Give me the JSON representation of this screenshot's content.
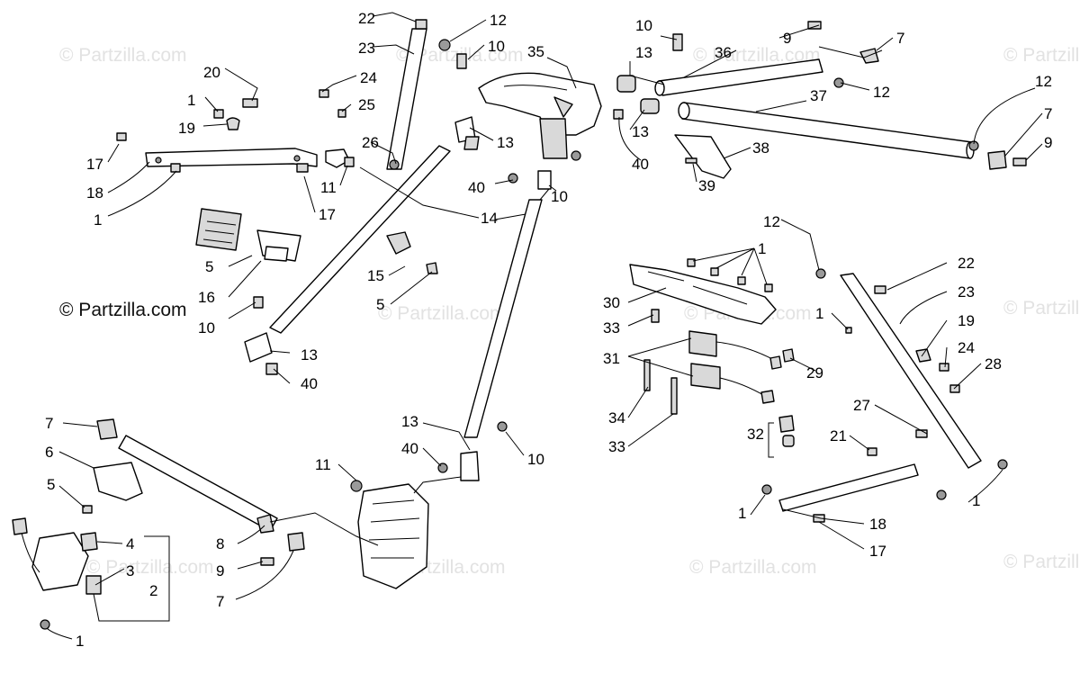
{
  "watermark": {
    "text": "© Partzilla.com",
    "credit": "© Partzilla.com"
  },
  "callouts": [
    {
      "id": "c22a",
      "text": "22"
    },
    {
      "id": "c12a",
      "text": "12"
    },
    {
      "id": "c23a",
      "text": "23"
    },
    {
      "id": "c10a",
      "text": "10"
    },
    {
      "id": "c35",
      "text": "35"
    },
    {
      "id": "c24a",
      "text": "24"
    },
    {
      "id": "c25",
      "text": "25"
    },
    {
      "id": "c20",
      "text": "20"
    },
    {
      "id": "c1a",
      "text": "1"
    },
    {
      "id": "c19a",
      "text": "19"
    },
    {
      "id": "c26",
      "text": "26"
    },
    {
      "id": "c13a",
      "text": "13"
    },
    {
      "id": "c17a",
      "text": "17"
    },
    {
      "id": "c18a",
      "text": "18"
    },
    {
      "id": "c1b",
      "text": "1"
    },
    {
      "id": "c11a",
      "text": "11"
    },
    {
      "id": "c17b",
      "text": "17"
    },
    {
      "id": "c40a",
      "text": "40"
    },
    {
      "id": "c10b",
      "text": "10"
    },
    {
      "id": "c14",
      "text": "14"
    },
    {
      "id": "c10c",
      "text": "10"
    },
    {
      "id": "c13b",
      "text": "13"
    },
    {
      "id": "c36",
      "text": "36"
    },
    {
      "id": "c9a",
      "text": "9"
    },
    {
      "id": "c7a",
      "text": "7"
    },
    {
      "id": "c12b",
      "text": "12"
    },
    {
      "id": "c37",
      "text": "37"
    },
    {
      "id": "c13c",
      "text": "13"
    },
    {
      "id": "c40b",
      "text": "40"
    },
    {
      "id": "c38",
      "text": "38"
    },
    {
      "id": "c39",
      "text": "39"
    },
    {
      "id": "c12c",
      "text": "12"
    },
    {
      "id": "c7b",
      "text": "7"
    },
    {
      "id": "c9b",
      "text": "9"
    },
    {
      "id": "c5a",
      "text": "5"
    },
    {
      "id": "c16",
      "text": "16"
    },
    {
      "id": "c10d",
      "text": "10"
    },
    {
      "id": "c15",
      "text": "15"
    },
    {
      "id": "c5b",
      "text": "5"
    },
    {
      "id": "c13d",
      "text": "13"
    },
    {
      "id": "c40c",
      "text": "40"
    },
    {
      "id": "c12d",
      "text": "12"
    },
    {
      "id": "c1c",
      "text": "1"
    },
    {
      "id": "c22b",
      "text": "22"
    },
    {
      "id": "c23b",
      "text": "23"
    },
    {
      "id": "c30",
      "text": "30"
    },
    {
      "id": "c1d",
      "text": "1"
    },
    {
      "id": "c33a",
      "text": "33"
    },
    {
      "id": "c19b",
      "text": "19"
    },
    {
      "id": "c31",
      "text": "31"
    },
    {
      "id": "c24b",
      "text": "24"
    },
    {
      "id": "c28",
      "text": "28"
    },
    {
      "id": "c29",
      "text": "29"
    },
    {
      "id": "c27",
      "text": "27"
    },
    {
      "id": "c34",
      "text": "34"
    },
    {
      "id": "c33b",
      "text": "33"
    },
    {
      "id": "c32",
      "text": "32"
    },
    {
      "id": "c21",
      "text": "21"
    },
    {
      "id": "c13e",
      "text": "13"
    },
    {
      "id": "c40d",
      "text": "40"
    },
    {
      "id": "c10e",
      "text": "10"
    },
    {
      "id": "c7c",
      "text": "7"
    },
    {
      "id": "c6",
      "text": "6"
    },
    {
      "id": "c5c",
      "text": "5"
    },
    {
      "id": "c11b",
      "text": "11"
    },
    {
      "id": "c4",
      "text": "4"
    },
    {
      "id": "c3",
      "text": "3"
    },
    {
      "id": "c2",
      "text": "2"
    },
    {
      "id": "c8",
      "text": "8"
    },
    {
      "id": "c9c",
      "text": "9"
    },
    {
      "id": "c7d",
      "text": "7"
    },
    {
      "id": "c1e",
      "text": "1"
    },
    {
      "id": "c1f",
      "text": "1"
    },
    {
      "id": "c18b",
      "text": "18"
    },
    {
      "id": "c17c",
      "text": "17"
    },
    {
      "id": "c1g",
      "text": "1"
    }
  ]
}
